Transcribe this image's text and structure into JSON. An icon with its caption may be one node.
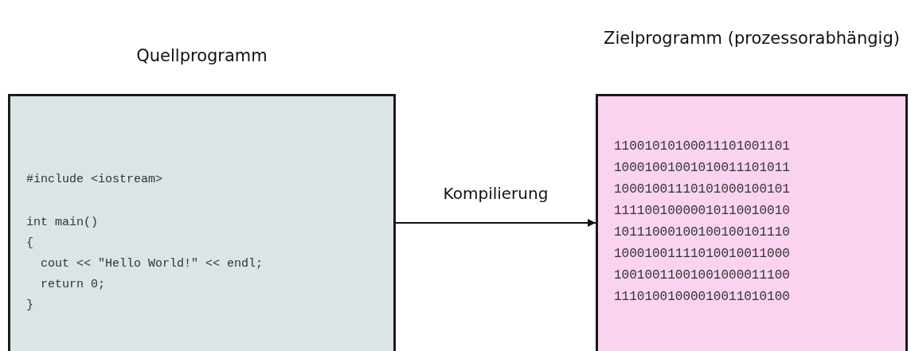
{
  "diagram": {
    "nodes": [
      {
        "text": [
          "Quellprogramm",
          "#include <iostream>",
          "int main()",
          "{",
          "  cout << \"Hello World!\" << endl;",
          "  return 0;",
          "}"
        ]
      },
      {
        "text": [
          "Zielprogramm (prozessorabhängig)",
          "11001010100011101001101",
          "10001001001010011101011",
          "10001001110101000100101",
          "11110010000010110010010",
          "10111000100100100101110",
          "10001001111010010011000",
          "10010011001001000011100",
          "11101001000010011010100"
        ]
      }
    ],
    "edges": [
      {
        "from": 0,
        "to": 1,
        "arrow": "to",
        "label": "Kompilierung"
      }
    ]
  }
}
